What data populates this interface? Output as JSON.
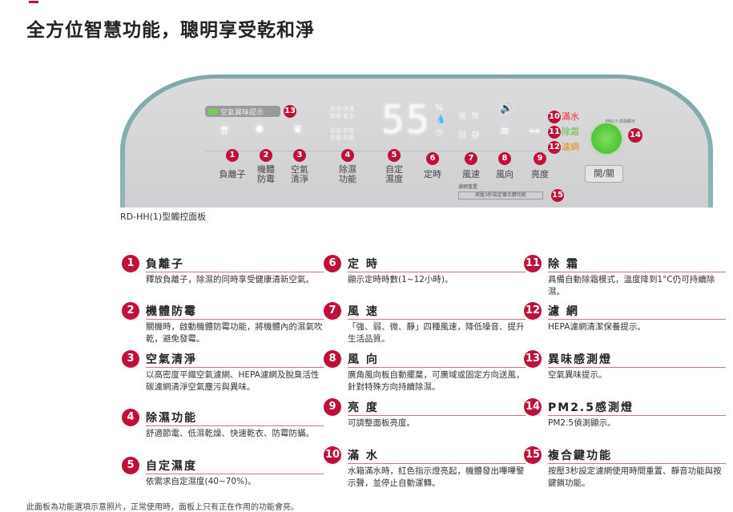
{
  "title": "全方位智慧功能，聰明享受乾和淨",
  "panel": {
    "odor_indicator": "空氣異味提示",
    "mode_texts": [
      "舒適",
      "快速",
      "節電",
      "乾衣",
      "低濕",
      "防霉",
      "乾燥",
      "防蟎"
    ],
    "display_value": "55",
    "percent": "%",
    "speed_texts": [
      "強",
      "微",
      "弱",
      "靜"
    ],
    "labels": [
      "負離子",
      "機體防霉",
      "空氣清淨",
      "除濕功能",
      "自定濕度",
      "定時",
      "風速",
      "風向",
      "亮度"
    ],
    "status": [
      {
        "num": "10",
        "label": "滿水",
        "color": "#e8332e"
      },
      {
        "num": "11",
        "label": "除霜",
        "color": "#5cc24a"
      },
      {
        "num": "12",
        "label": "濾網",
        "color": "#f08a1c"
      }
    ],
    "pm_label": "PM2.5 偵測顯示",
    "power_button": "開/關",
    "combo_sub": "濾網重置",
    "combo_hint": "按壓3秒設定複合鍵功能",
    "accent": "#c0103a"
  },
  "caption": "RD-HH(1)型觸控面板",
  "features": [
    {
      "num": "1",
      "name": "負離子",
      "desc": "釋放負離子，除濕的同時享受健康清新空氣。"
    },
    {
      "num": "2",
      "name": "機體防霉",
      "desc": "關機時，啟動機體防霉功能，將機體內的濕氣吹乾，避免發霉。"
    },
    {
      "num": "3",
      "name": "空氣清淨",
      "desc": "以高密度平織空氣濾網、HEPA濾網及脫臭活性碳濾網清淨空氣塵污與異味。"
    },
    {
      "num": "4",
      "name": "除濕功能",
      "desc": "舒適節電、低濕乾燥、快速乾衣、防霉防蟎。"
    },
    {
      "num": "5",
      "name": "自定濕度",
      "desc": "依需求自定濕度(40~70%)。"
    },
    {
      "num": "6",
      "name": "定 時",
      "desc": "顯示定時時數(1~12小時)。"
    },
    {
      "num": "7",
      "name": "風 速",
      "desc": "「強、弱、微、靜」四種風速，降低噪音、提升生活品質。"
    },
    {
      "num": "8",
      "name": "風 向",
      "desc": "廣角風向板自動擺葉，可廣域或固定方向送風，針對特殊方向持續除濕。"
    },
    {
      "num": "9",
      "name": "亮 度",
      "desc": "可調整面板亮度。"
    },
    {
      "num": "10",
      "name": "滿 水",
      "desc": "水箱滿水時，紅色指示燈亮起，機體發出嗶嗶警示聲，並停止自動運轉。"
    },
    {
      "num": "11",
      "name": "除 霜",
      "desc": "具備自動除霜模式，溫度降到1°C仍可持續除濕。"
    },
    {
      "num": "12",
      "name": "濾 網",
      "desc": "HEPA濾網清潔保養提示。"
    },
    {
      "num": "13",
      "name": "異味感測燈",
      "desc": "空氣異味提示。"
    },
    {
      "num": "14",
      "name": "PM2.5感測燈",
      "desc": "PM2.5偵測顯示。"
    },
    {
      "num": "15",
      "name": "複合鍵功能",
      "desc": "按壓3秒設定濾網使用時間重置、靜音功能與按鍵鎖功能。"
    }
  ],
  "footnote": "此面板為功能選項示意照片，正常使用時，面板上只有正在作用的功能會亮。"
}
